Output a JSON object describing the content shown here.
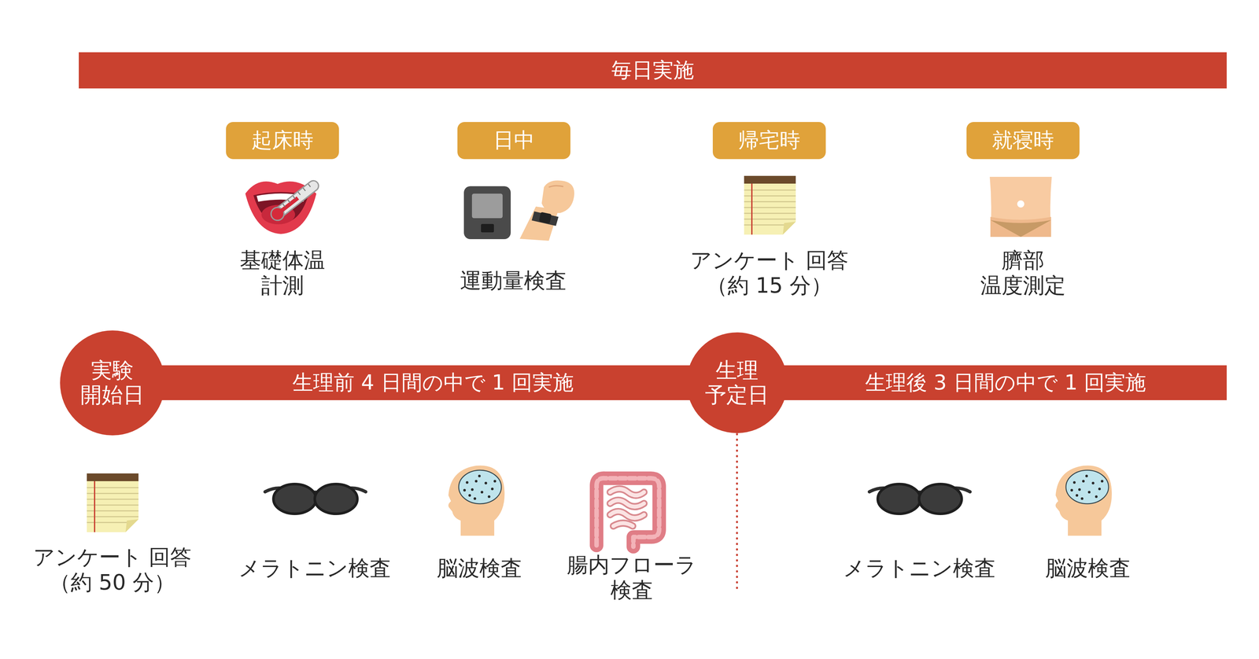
{
  "diagram": {
    "nodes": [
      {
        "text": [
          "毎日実施"
        ]
      },
      {
        "text": [
          "起床時"
        ]
      },
      {
        "text": [
          "日中"
        ]
      },
      {
        "text": [
          "帰宅時"
        ]
      },
      {
        "text": [
          "就寝時"
        ]
      },
      {
        "text": [
          "実験 開始日"
        ]
      },
      {
        "text": [
          "生理前 4 日間の中で 1 回実施"
        ]
      },
      {
        "text": [
          "生理 予定日"
        ]
      },
      {
        "text": [
          "生理後 3 日間の中で 1 回実施"
        ]
      }
    ],
    "labels": [
      "基礎体温 計測",
      "運動量検査",
      "アンケート 回答（約 15 分）",
      "臍部 温度測定",
      "アンケート 回答（約 50 分）",
      "メラトニン検査",
      "脳波検査",
      "腸内フローラ 検査",
      "メラトニン検査",
      "脳波検査"
    ]
  }
}
